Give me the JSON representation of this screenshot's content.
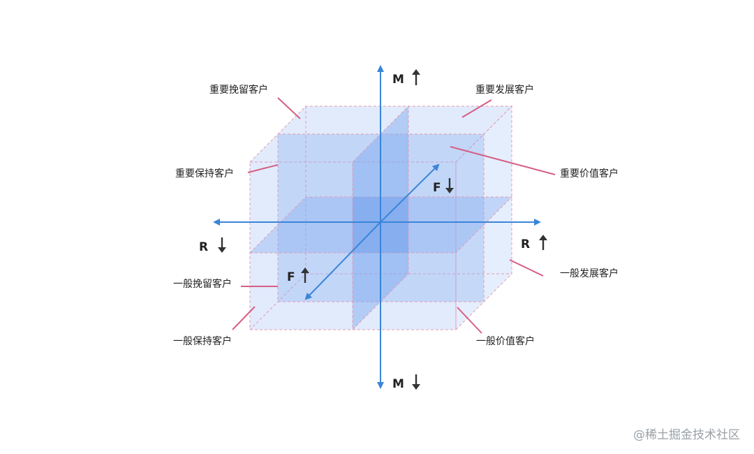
{
  "segments": {
    "important_retain": "重要挽留客户",
    "important_develop": "重要发展客户",
    "important_keep": "重要保持客户",
    "important_value": "重要价值客户",
    "general_retain": "一般挽留客户",
    "general_develop": "一般发展客户",
    "general_keep": "一般保持客户",
    "general_value": "一般价值客户"
  },
  "axes": {
    "m": "M",
    "r": "R",
    "f": "F"
  },
  "watermark": "@稀土掘金技术社区",
  "colors": {
    "axis": "#3a85d9",
    "leader": "#d65f84",
    "box_fill": "#a9c6f6",
    "box_edge": "#e59bb0"
  }
}
